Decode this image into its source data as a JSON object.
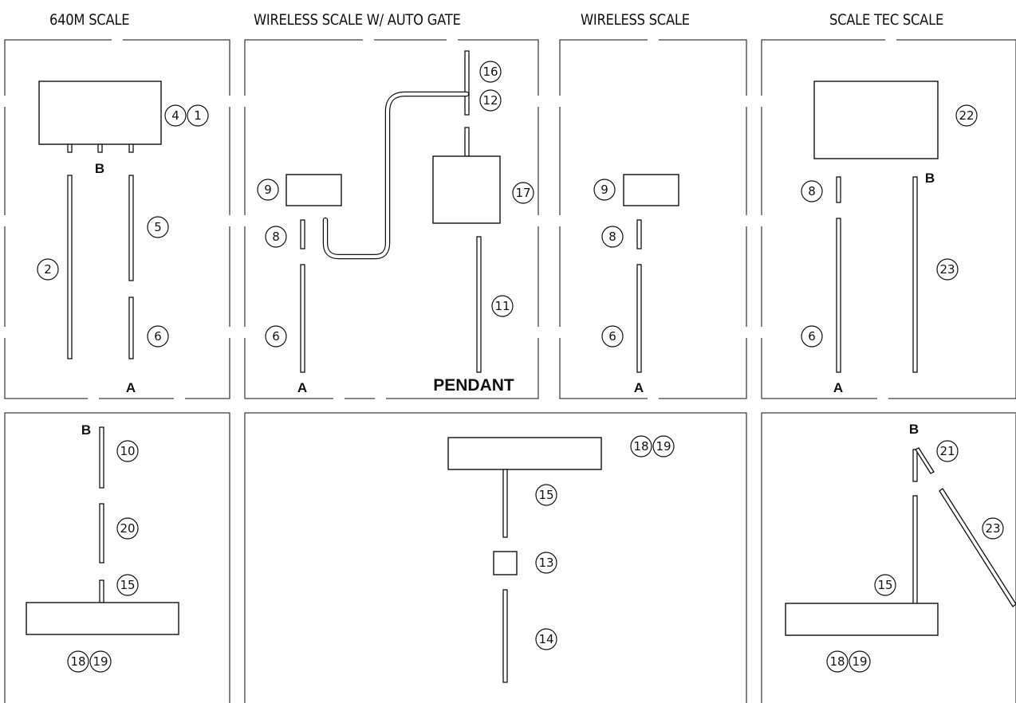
{
  "headers": {
    "h1": "640M SCALE",
    "h2": "WIRELESS SCALE W/ AUTO GATE",
    "h3": "WIRELESS SCALE",
    "h4": "SCALE TEC SCALE"
  },
  "labels": {
    "a": "A",
    "b": "B",
    "pendant": "PENDANT"
  },
  "callouts": {
    "p1": [
      "4",
      "1",
      "5",
      "2",
      "6"
    ],
    "p2": [
      "16",
      "12",
      "9",
      "17",
      "8",
      "6",
      "11"
    ],
    "p3": [
      "9",
      "8",
      "6"
    ],
    "p4": [
      "22",
      "8",
      "23",
      "6"
    ],
    "p5": [
      "10",
      "20",
      "15",
      "18",
      "19"
    ],
    "p6": [
      "18",
      "19",
      "15",
      "13",
      "14"
    ],
    "p7": [
      "21",
      "23",
      "15",
      "18",
      "19"
    ]
  }
}
